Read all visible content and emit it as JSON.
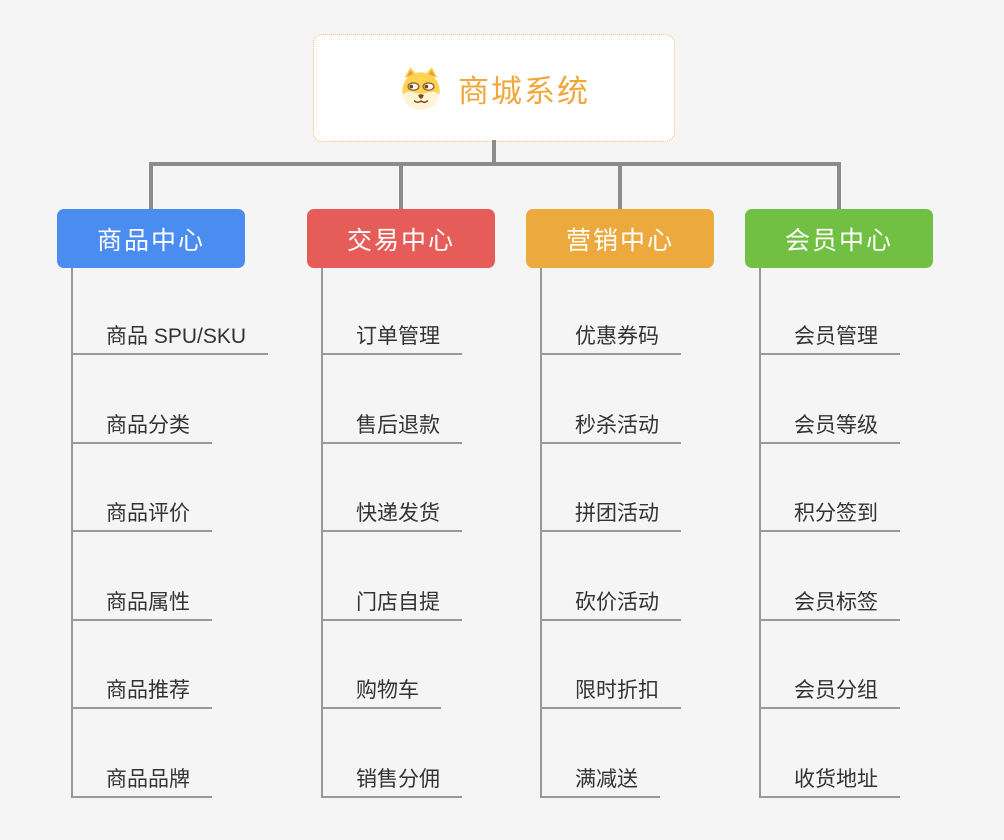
{
  "root": {
    "title": "商城系统",
    "icon": "dog-face-icon",
    "text_color": "#F0A73C",
    "border_color": "#F3BB62",
    "background": "#FFFFFF"
  },
  "branches": [
    {
      "label": "商品中心",
      "color": "#4A8CF0",
      "items": [
        "商品 SPU/SKU",
        "商品分类",
        "商品评价",
        "商品属性",
        "商品推荐",
        "商品品牌"
      ]
    },
    {
      "label": "交易中心",
      "color": "#E65C59",
      "items": [
        "订单管理",
        "售后退款",
        "快递发货",
        "门店自提",
        "购物车",
        "销售分佣"
      ]
    },
    {
      "label": "营销中心",
      "color": "#ECAA3E",
      "items": [
        "优惠券码",
        "秒杀活动",
        "拼团活动",
        "砍价活动",
        "限时折扣",
        "满减送"
      ]
    },
    {
      "label": "会员中心",
      "color": "#72C043",
      "items": [
        "会员管理",
        "会员等级",
        "积分签到",
        "会员标签",
        "会员分组",
        "收货地址"
      ]
    }
  ],
  "colors": {
    "background": "#F5F5F5",
    "connector": "#8C8C8C",
    "underline": "#999999",
    "item_text": "#333333",
    "branch_text": "#FFFFFF"
  }
}
